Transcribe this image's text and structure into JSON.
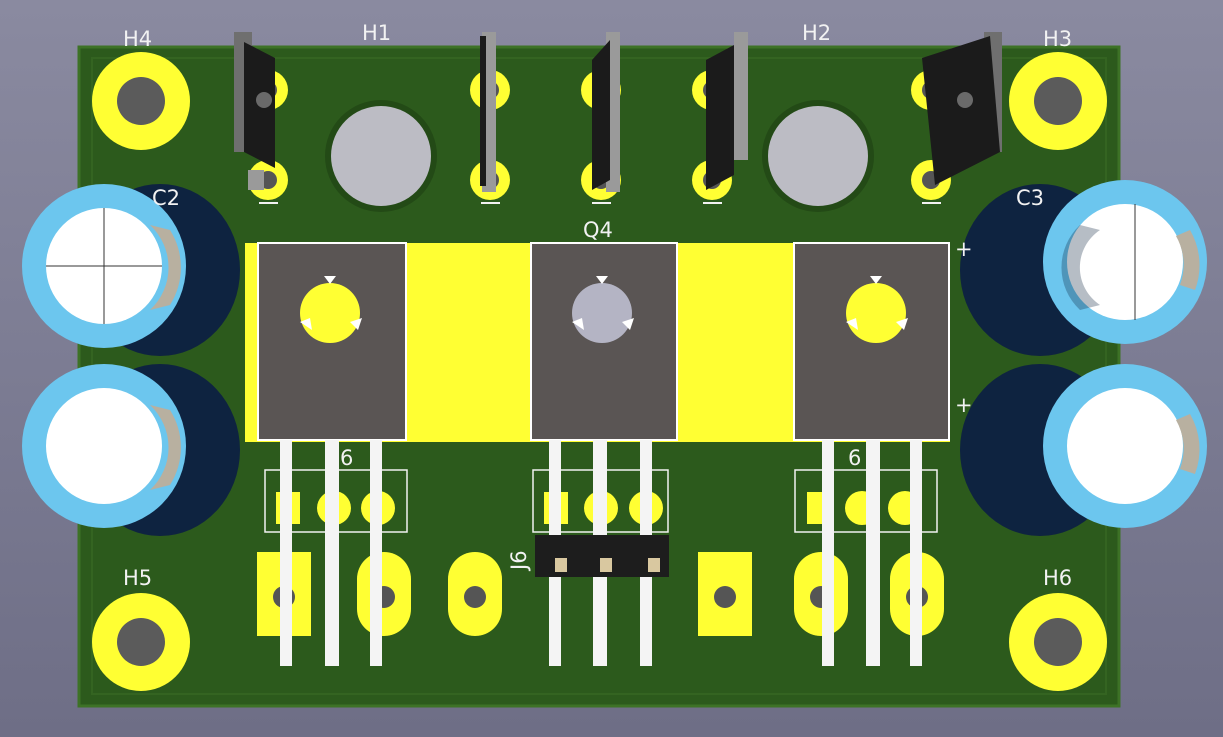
{
  "viewer": {
    "title": "",
    "colors": {
      "background": "#7a7a8f",
      "board": "#2c5a1c",
      "board_edge": "#3d7226",
      "copper_pad": "#ffff33",
      "silkscreen": "#f2f2f2",
      "heatsink_tab": "#5a5554",
      "capacitor_sleeve": "#0e2340",
      "capacitor_top": "#ffffff",
      "capacitor_ring": "#6cc6ee"
    }
  },
  "board": {
    "mounting_holes": [
      {
        "ref": "H4"
      },
      {
        "ref": "H3"
      },
      {
        "ref": "H5"
      },
      {
        "ref": "H6"
      }
    ],
    "large_holes": [
      {
        "ref": "H1"
      },
      {
        "ref": "H2"
      }
    ],
    "capacitors": [
      {
        "ref": "C2"
      },
      {
        "ref": "C3"
      }
    ],
    "polarity_marks": [
      "+",
      "+"
    ],
    "transistors": [
      {
        "ref": "Q4"
      }
    ],
    "connector": {
      "ref": "J6"
    },
    "partial_labels": [
      "6",
      "6"
    ]
  }
}
